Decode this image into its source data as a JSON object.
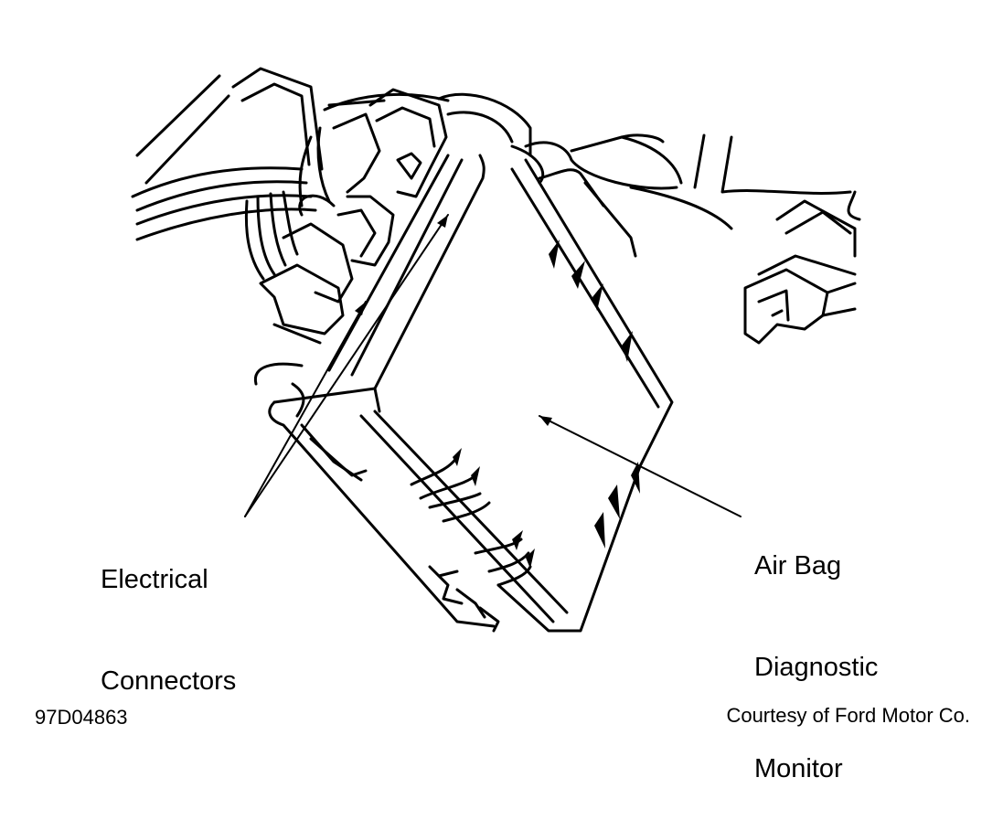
{
  "labels": {
    "electrical_connectors": [
      "Electrical",
      "Connectors"
    ],
    "air_bag_monitor": [
      "Air Bag",
      "Diagnostic",
      "Monitor"
    ]
  },
  "footer": {
    "figure_id": "97D04863",
    "credit": "Courtesy of Ford Motor Co."
  }
}
